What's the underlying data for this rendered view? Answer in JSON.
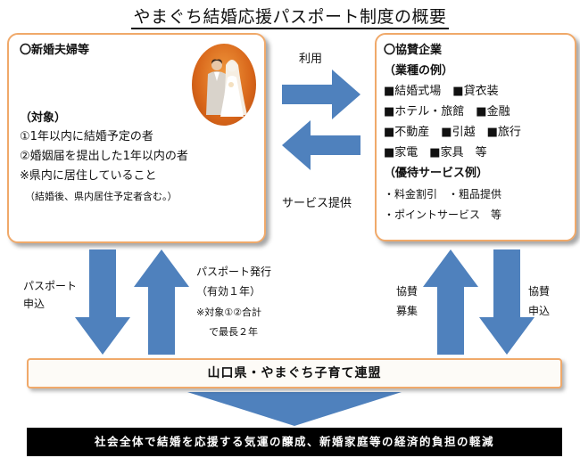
{
  "title": "やまぐち結婚応援パスポート制度の概要",
  "left_box": {
    "heading": "〇新婚夫婦等",
    "target_heading": "（対象）",
    "items": [
      "①1年以内に結婚予定の者",
      "②婚姻届を提出した1年以内の者",
      "※県内に居住していること"
    ],
    "note": "（結婚後、県内居住予定者含む。）"
  },
  "right_box": {
    "heading": "〇協賛企業",
    "industry_heading": "（業種の例）",
    "industry_rows": [
      "■結婚式場　■貸衣装",
      "■ホテル・旅館　■金融",
      "■不動産　■引越　■旅行",
      "■家電　■家具　等"
    ],
    "service_heading": "（優待サービス例）",
    "service_rows": [
      "・料金割引　・粗品提供",
      "・ポイントサービス　等"
    ]
  },
  "arrows": {
    "use_label": "利用",
    "service_label": "サービス提供",
    "apply_label_1": "パスポート",
    "apply_label_2": "申込",
    "issue_label": "パスポート発行",
    "valid_label": "（有効１年）",
    "valid_note_1": "※対象①②合計",
    "valid_note_2": "で最長２年",
    "recruit_label_1": "協賛",
    "recruit_label_2": "募集",
    "sponsor_apply_1": "協賛",
    "sponsor_apply_2": "申込"
  },
  "org_bar": "山口県・やまぐち子育て連盟",
  "goal_bar": "社会全体で結婚を応援する気運の醸成、新婚家庭等の経済的負担の軽減",
  "colors": {
    "arrow": "#4f81bd",
    "box_border": "#f0a96a",
    "goal_background": "#000000",
    "portrait": "#d8661a"
  }
}
